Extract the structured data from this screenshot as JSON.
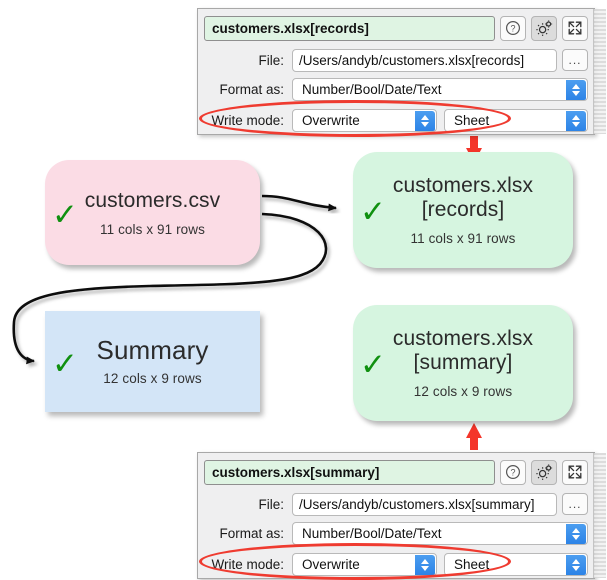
{
  "graph": {
    "nodes": [
      {
        "id": "customers-csv",
        "title": "customers.csv",
        "sub": "11 cols x 91 rows",
        "status_icon": "check-icon",
        "color": "#fbdce5",
        "shape": "rounded-rect"
      },
      {
        "id": "customers-xlsx-records",
        "title": "customers.xlsx\n[records]",
        "sub": "11 cols x 91 rows",
        "status_icon": "check-icon",
        "color": "#d6f5e0",
        "shape": "rounded-rect"
      },
      {
        "id": "summary",
        "title": "Summary",
        "sub": "12 cols x 9 rows",
        "status_icon": "check-icon",
        "color": "#d3e5f7",
        "shape": "rect"
      },
      {
        "id": "customers-xlsx-summary",
        "title": "customers.xlsx\n[summary]",
        "sub": "12 cols x 9 rows",
        "status_icon": "check-icon",
        "color": "#d6f5e0",
        "shape": "rounded-rect"
      }
    ],
    "edges": [
      {
        "from": "customers-csv",
        "to": "customers-xlsx-records",
        "style": "straight-arrow"
      },
      {
        "from": "customers-csv",
        "to": "summary",
        "style": "curved-loop-arrow"
      },
      {
        "from": "summary",
        "to": "customers-xlsx-summary",
        "style": "straight-arrow"
      }
    ],
    "annotations": [
      {
        "type": "red-arrow",
        "direction": "down",
        "points_to": "customers-xlsx-records",
        "color": "#f4352a"
      },
      {
        "type": "red-arrow",
        "direction": "up",
        "points_to": "customers-xlsx-summary",
        "color": "#f4352a"
      },
      {
        "type": "red-ellipse",
        "highlights": "write-mode-row-top",
        "color": "#ef3b30"
      },
      {
        "type": "red-ellipse",
        "highlights": "write-mode-row-bottom",
        "color": "#ef3b30"
      }
    ]
  },
  "panel_top": {
    "name_value": "customers.xlsx[records]",
    "buttons": {
      "help": "?",
      "settings": "gear-icon",
      "expand": "expand-icon"
    },
    "file": {
      "label": "File:",
      "value": "/Users/andyb/customers.xlsx[records]",
      "browse_label": "..."
    },
    "format_as": {
      "label": "Format as:",
      "value": "Number/Bool/Date/Text",
      "options": [
        "Number/Bool/Date/Text"
      ]
    },
    "write_mode": {
      "label": "Write mode:",
      "value": "Overwrite",
      "options": [
        "Overwrite"
      ],
      "scope_value": "Sheet",
      "scope_options": [
        "Sheet"
      ]
    }
  },
  "panel_bottom": {
    "name_value": "customers.xlsx[summary]",
    "buttons": {
      "help": "?",
      "settings": "gear-icon",
      "expand": "expand-icon"
    },
    "file": {
      "label": "File:",
      "value": "/Users/andyb/customers.xlsx[summary]",
      "browse_label": "..."
    },
    "format_as": {
      "label": "Format as:",
      "value": "Number/Bool/Date/Text",
      "options": [
        "Number/Bool/Date/Text"
      ]
    },
    "write_mode": {
      "label": "Write mode:",
      "value": "Overwrite",
      "options": [
        "Overwrite"
      ],
      "scope_value": "Sheet",
      "scope_options": [
        "Sheet"
      ]
    }
  },
  "colors": {
    "node_pink": "#fbdce5",
    "node_green": "#d6f5e0",
    "node_blue": "#d3e5f7",
    "check_green": "#109010",
    "annotation_red": "#ef3b30",
    "arrow_red": "#f4352a",
    "stepper_blue": "#2b82e6",
    "name_field_green": "#dff4e3"
  }
}
